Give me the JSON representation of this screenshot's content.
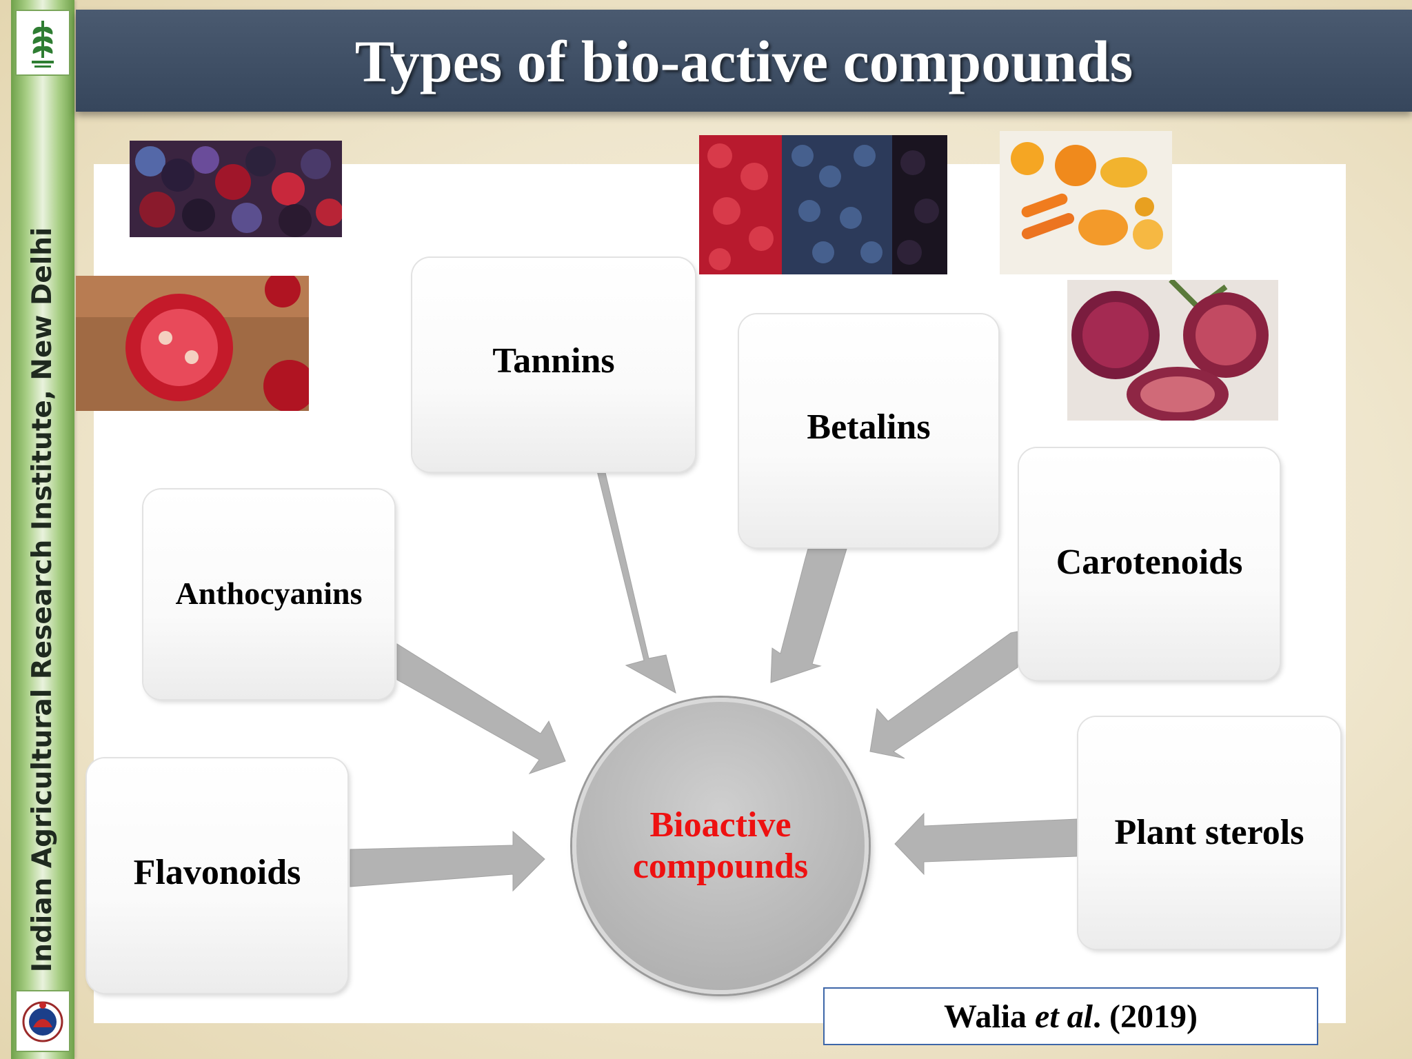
{
  "slide": {
    "title": "Types of bio-active compounds",
    "institute": "Indian Agricultural Research Institute, New Delhi"
  },
  "diagram": {
    "center": {
      "line1": "Bioactive",
      "line2": "compounds"
    },
    "nodes": [
      {
        "id": "tannins",
        "label": "Tannins"
      },
      {
        "id": "betalins",
        "label": "Betalins"
      },
      {
        "id": "anthocyanins",
        "label": "Anthocyanins"
      },
      {
        "id": "carotenoids",
        "label": "Carotenoids"
      },
      {
        "id": "flavonoids",
        "label": "Flavonoids"
      },
      {
        "id": "plant-sterols",
        "label": "Plant sterols"
      }
    ]
  },
  "citation": {
    "author": "Walia",
    "etal": "et al",
    "year": ". (2019)"
  },
  "colors": {
    "title_bar": "#3b4a60",
    "center_text": "#ee1111",
    "arrow": "#b3b3b3",
    "sidebar_green": "#6fa14a",
    "citation_border": "#3d66a8"
  },
  "photos": [
    "mixed-berries",
    "pomegranate",
    "raspberry-blueberry-blackberry",
    "orange-fruits-vegetables",
    "red-grapes"
  ]
}
